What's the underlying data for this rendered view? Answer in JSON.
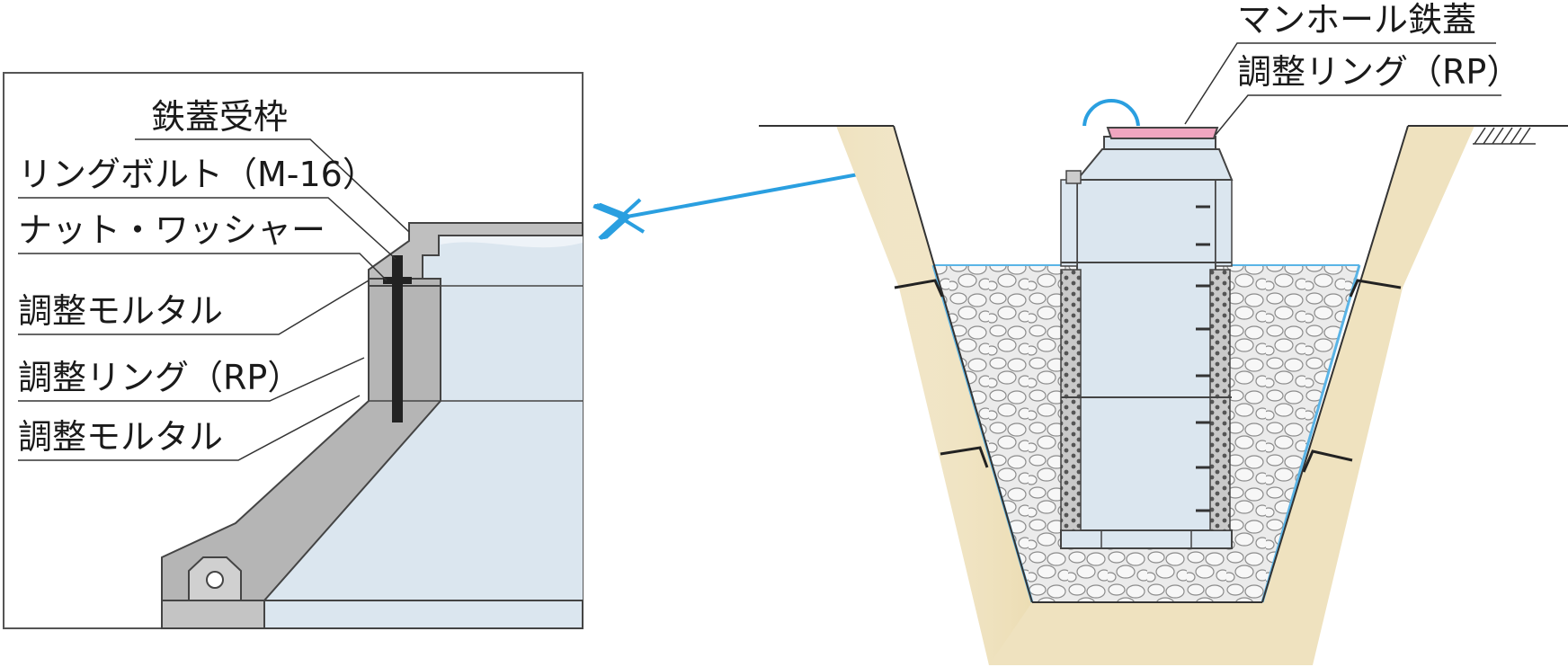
{
  "detail": {
    "labels": [
      {
        "text": "鉄蓋受枠"
      },
      {
        "text": "リングボルト（M-16）"
      },
      {
        "text": "ナット・ワッシャー"
      },
      {
        "text": "調整モルタル"
      },
      {
        "text": "調整リング（RP）"
      },
      {
        "text": "調整モルタル"
      }
    ]
  },
  "main": {
    "labels": [
      {
        "text": "マンホール鉄蓋"
      },
      {
        "text": "調整リング（RP）"
      }
    ]
  },
  "colors": {
    "concrete_light": "#dbe6ef",
    "mortar_gray": "#b5b5b5",
    "soil": "#efe2bf",
    "gravel_line": "#5ab4e6",
    "arrow": "#2a9fe0",
    "cover_pink": "#f0a6c0"
  }
}
